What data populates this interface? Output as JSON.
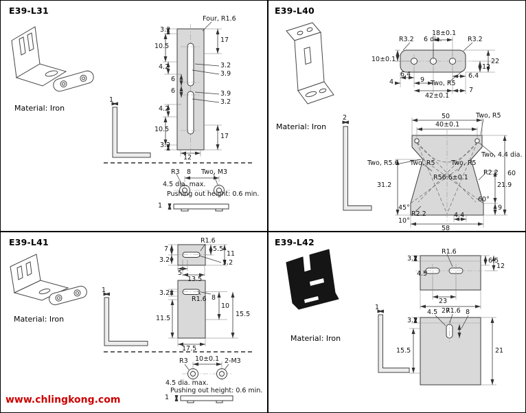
{
  "watermark": {
    "text": "www.chlingkong.com",
    "color": "#cc0000"
  },
  "colors": {
    "drawing_fill": "#d9d9d9",
    "line": "#333333"
  },
  "panels": {
    "l31": {
      "title": "E39-L31",
      "material": "Material: Iron",
      "dims": [
        "Four, R1.6",
        "3.2",
        "10.5",
        "17",
        "4.2",
        "3.2",
        "3.9",
        "6",
        "6",
        "3.9",
        "3.2",
        "4.2",
        "10.5",
        "17",
        "3.2",
        "12",
        "1",
        "R3",
        "8",
        "Two, M3",
        "4.5 dia. max.",
        "Pushing out height: 0.6 min.",
        "1"
      ]
    },
    "l40": {
      "title": "E39-L40",
      "material": "Material: Iron",
      "dims": [
        "R3.2",
        "6 dia.",
        "18±0.1",
        "R3.2",
        "10±0.1",
        "12",
        "22",
        "6.4",
        "4",
        "9",
        "6.4",
        "Two, R5",
        "42±0.1",
        "7",
        "2",
        "50",
        "40±0.1",
        "Two, R5",
        "Two, 4.4 dia.",
        "Two, R5.6",
        "Two, R5",
        "Two, R5",
        "R56.6±0.1",
        "R2.2",
        "31.2",
        "60",
        "21.9",
        "9",
        "60°",
        "45°",
        "R2.2",
        "10°",
        "4.4",
        "58"
      ]
    },
    "l41": {
      "title": "E39-L41",
      "material": "Material: Iron",
      "dims": [
        "R1.6",
        "7",
        "5.5",
        "11",
        "3.2",
        "3.2",
        "5",
        "13.5",
        "3.2",
        "R1.6",
        "8",
        "11.5",
        "10",
        "15.5",
        "17.5",
        "1",
        "R3",
        "10±0.1",
        "2-M3",
        "4.5 dia. max.",
        "Pushing out height: 0.6 min.",
        "1"
      ]
    },
    "l42": {
      "title": "E39-L42",
      "material": "Material: Iron",
      "dims": [
        "3.2",
        "R1.6",
        "6.5",
        "12",
        "4.5",
        "23",
        "27",
        "4.5",
        "R1.6",
        "8",
        "3.2",
        "15.5",
        "21",
        "1"
      ]
    }
  }
}
